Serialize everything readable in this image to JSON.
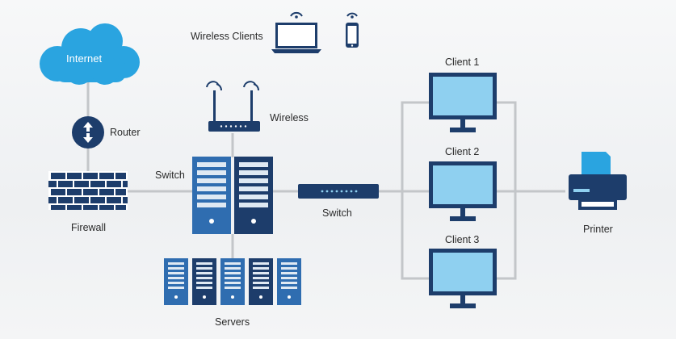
{
  "labels": {
    "internet": "Internet",
    "router": "Router",
    "firewall": "Firewall",
    "wireless_clients": "Wireless Clients",
    "wireless": "Wireless",
    "switch_left": "Switch",
    "switch_center": "Switch",
    "servers": "Servers",
    "client1": "Client 1",
    "client2": "Client 2",
    "client3": "Client 3",
    "printer": "Printer"
  },
  "colors": {
    "dark_blue": "#1d3d6b",
    "mid_blue": "#2f6db0",
    "light_blue": "#2b8fd6",
    "screen_fill": "#8fd0f0",
    "cloud": "#2aa4e0",
    "line": "#c3c6c9"
  }
}
